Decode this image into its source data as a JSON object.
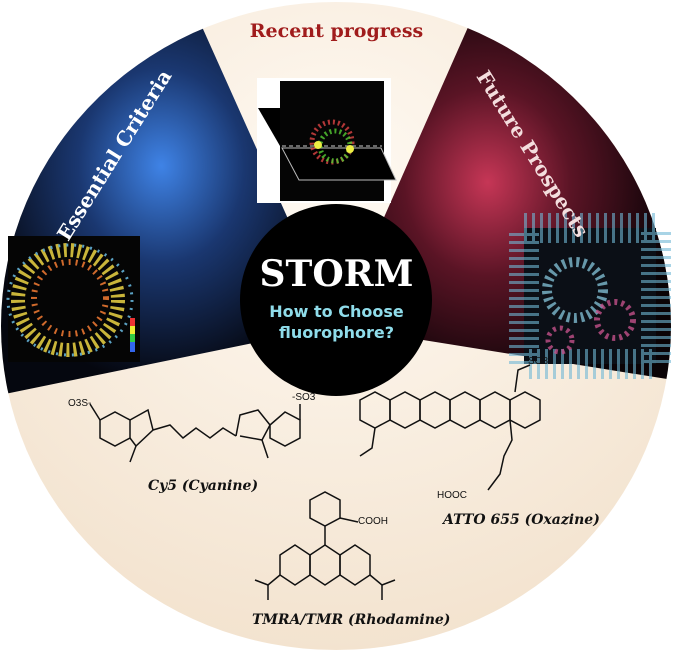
{
  "title": "STORM",
  "subtitle_line1": "How to Choose",
  "subtitle_line2": "fluorophore?",
  "sections": {
    "top": "Recent progress",
    "left": "Essential Criteria",
    "right": "Future Prospects"
  },
  "fluorophores": [
    {
      "name": "Cy5 (Cyanine)"
    },
    {
      "name": "ATTO 655 (Oxazine)"
    },
    {
      "name": "TMRA/TMR (Rhodamine)"
    }
  ],
  "chem_labels": {
    "so3_a": "O3S-",
    "so3_b": "-SO3",
    "so3_c": "SO3",
    "hooc": "HOOC",
    "cooh": "COOH"
  },
  "colors": {
    "beige": "#f7ebdc",
    "blue": "#3c7ee0",
    "red": "#c23252",
    "title_red": "#a01c1c",
    "cyan": "#8fdcea"
  }
}
